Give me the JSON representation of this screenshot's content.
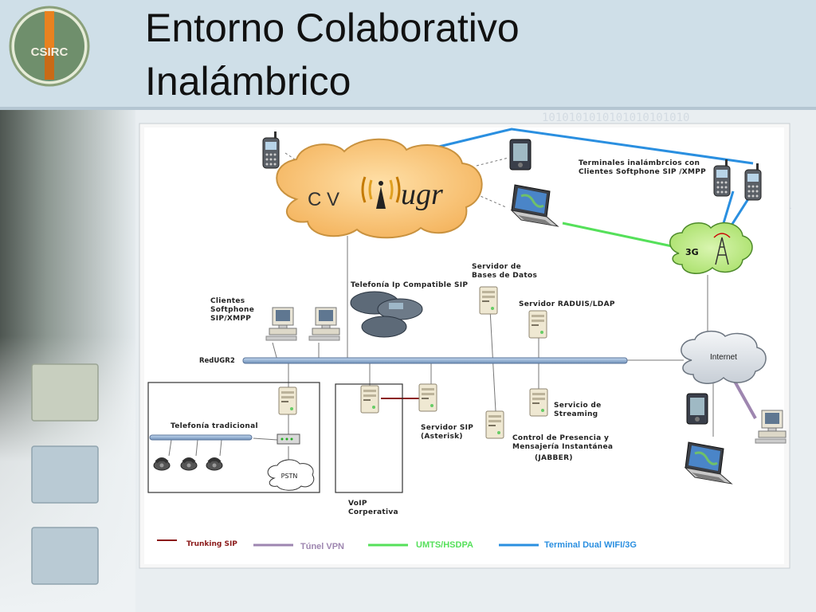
{
  "slide": {
    "title_line1": "Entorno Colaborativo",
    "title_line2": "Inalámbrico"
  },
  "logo": {
    "text": "CSIRC",
    "icon": "csirc-logo-icon"
  },
  "cloud": {
    "cv_text": "C V",
    "ugr_text": "ugr",
    "icon": "antenna-icon"
  },
  "labels": {
    "terminales": [
      "Terminales inalámbrcios con",
      "Clientes Softphone SIP /XMPP"
    ],
    "g3": "3G",
    "internet": "Internet",
    "bd": [
      "Servidor de",
      "Bases de Datos"
    ],
    "radius": "Servidor RADUIS/LDAP",
    "telefonia_ip": "Telefonía Ip Compatible SIP",
    "clientes": [
      "Clientes",
      "Softphone",
      "SIP/XMPP"
    ],
    "redugr": "RedUGR2",
    "trad": "Telefonía tradicional",
    "pstn": "PSTN",
    "sip": [
      "Servidor SIP",
      "(Asterisk)"
    ],
    "streaming": [
      "Servicio de",
      "Streaming"
    ],
    "presencia": [
      "Control de Presencia y",
      "Mensajería Instantánea",
      "(JABBER)"
    ],
    "voip": [
      "VoIP",
      "Corperativa"
    ]
  },
  "legend": [
    {
      "label": "Trunking SIP",
      "color": "#8b1a1a"
    },
    {
      "label": "Túnel VPN",
      "color": "#9e86b0"
    },
    {
      "label": "UMTS/HSDPA",
      "color": "#55e05a"
    },
    {
      "label": "Terminal Dual WIFI/3G",
      "color": "#2a8fe0"
    }
  ]
}
